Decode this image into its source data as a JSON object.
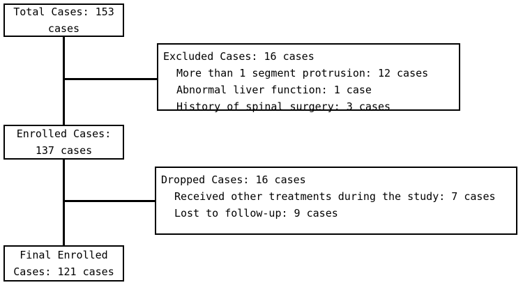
{
  "chart_data": {
    "type": "diagram",
    "title": "Study participant flow diagram",
    "nodes": [
      {
        "id": "total",
        "text": "Total Cases: 153 cases",
        "value": 153
      },
      {
        "id": "excluded",
        "text": "Excluded Cases: 16 cases",
        "value": 16
      },
      {
        "id": "enrolled",
        "text": "Enrolled Cases: 137 cases",
        "value": 137
      },
      {
        "id": "dropped",
        "text": "Dropped Cases: 16 cases",
        "value": 16
      },
      {
        "id": "final",
        "text": "Final Enrolled Cases: 121 cases",
        "value": 121
      }
    ],
    "edges": [
      {
        "from": "total",
        "to": "excluded"
      },
      {
        "from": "total",
        "to": "enrolled"
      },
      {
        "from": "enrolled",
        "to": "dropped"
      },
      {
        "from": "enrolled",
        "to": "final"
      }
    ]
  },
  "colors": {
    "border": "#000000",
    "background": "#ffffff",
    "text": "#000000"
  },
  "nodes": {
    "total": {
      "line1": "Total Cases: 153",
      "line2": "cases"
    },
    "excluded": {
      "heading": "Excluded Cases: 16 cases",
      "item1": "More than 1 segment protrusion: 12 cases",
      "item2": "Abnormal liver function: 1 case",
      "item3": "History of spinal surgery: 3 cases"
    },
    "enrolled": {
      "line1": "Enrolled Cases:",
      "line2": "137 cases"
    },
    "dropped": {
      "heading": "Dropped Cases: 16 cases",
      "item1": "Received other treatments during the study: 7 cases",
      "item2": "Lost to follow-up: 9 cases"
    },
    "final": {
      "line1": "Final Enrolled",
      "line2": "Cases: 121 cases"
    }
  }
}
